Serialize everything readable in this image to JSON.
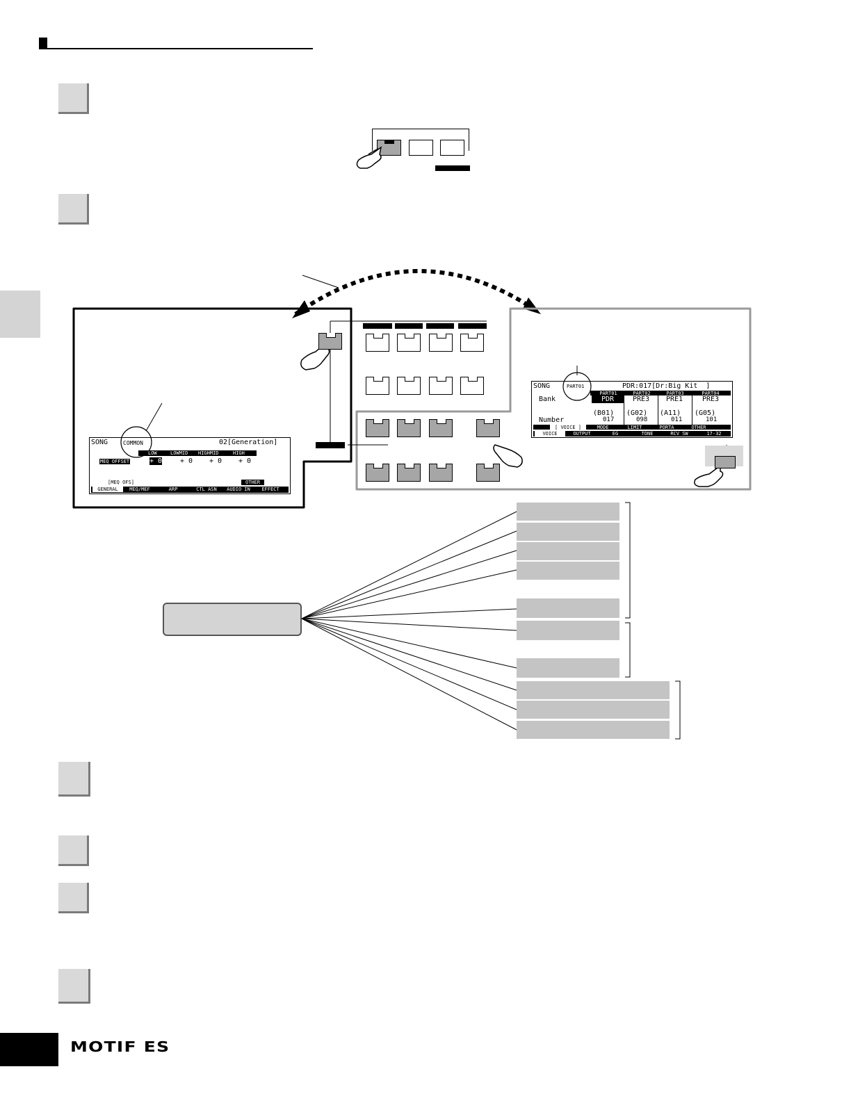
{
  "footer": {
    "brand": "MOTIF ES"
  },
  "common_screen": {
    "mode": "SONG",
    "section": "COMMON",
    "song_name": "02[Generation]",
    "bands": [
      "LOW",
      "LOWMID",
      "HIGHMID",
      "HIGH"
    ],
    "row_label": "MEQ OFFSET",
    "values": [
      "+ 0",
      "+ 0",
      "+ 0",
      "+ 0"
    ],
    "subtab_left": "[MEQ OFS]",
    "subtab_right": "OTHER",
    "tabs": [
      "GENERAL",
      "MEQ/MEF",
      "ARP",
      "CTL ASN",
      "AUDIO IN",
      "EFFECT"
    ]
  },
  "part_screen": {
    "mode": "SONG",
    "section": "PART01",
    "voice": "PDR:017[Dr:Big Kit  ]",
    "parts": [
      "PART01",
      "PART02",
      "PART03",
      "PART04"
    ],
    "bank_label": "Bank",
    "banks": [
      "PDR",
      "PRE3",
      "PRE1",
      "PRE3"
    ],
    "number_label": "Number",
    "numbers": [
      "(B01)",
      "(G02)",
      "(A11)",
      "(G05)"
    ],
    "number_vals": [
      "017",
      "098",
      "011",
      "101"
    ],
    "subtabs": [
      "[ VOICE ]",
      "MODE",
      "LIMIT",
      "PORTA",
      "OTHER"
    ],
    "tabs": [
      "VOICE",
      "OUTPUT",
      "EG",
      "TONE",
      "RCV SW",
      "17-32"
    ]
  },
  "colors": {
    "step_box": "#d9d9d9",
    "param_box": "#c4c4c4",
    "panel_border": "#000000",
    "panel_border_gray": "#9a9a9a"
  }
}
